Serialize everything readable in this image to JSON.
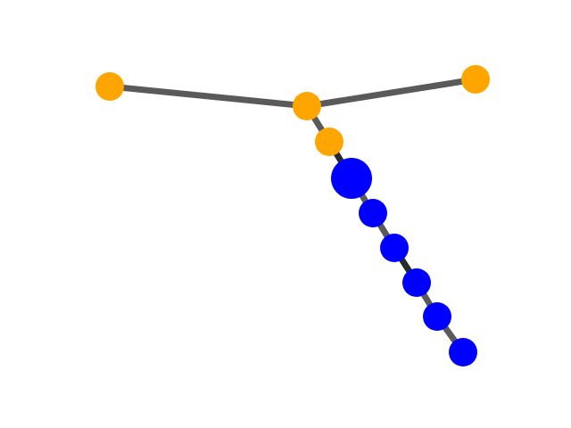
{
  "colors": {
    "background": "#ffffff",
    "edge_gray": "#5a5a5a",
    "edge_dark": "#2a2a2a",
    "node_orange": "#ffa500",
    "node_blue": "#0000ff"
  },
  "graph": {
    "nodes": [
      {
        "id": "o_left",
        "color": "orange",
        "size": "normal"
      },
      {
        "id": "o_hub",
        "color": "orange",
        "size": "normal"
      },
      {
        "id": "o_right",
        "color": "orange",
        "size": "normal"
      },
      {
        "id": "o_lower",
        "color": "orange",
        "size": "normal"
      },
      {
        "id": "b_big",
        "color": "blue",
        "size": "large"
      },
      {
        "id": "b2",
        "color": "blue",
        "size": "normal"
      },
      {
        "id": "b3",
        "color": "blue",
        "size": "normal"
      },
      {
        "id": "b4",
        "color": "blue",
        "size": "normal"
      },
      {
        "id": "b5",
        "color": "blue",
        "size": "normal"
      },
      {
        "id": "b6",
        "color": "blue",
        "size": "normal"
      }
    ],
    "edges": [
      {
        "from": "o_left",
        "to": "o_hub",
        "tone": "gray"
      },
      {
        "from": "o_hub",
        "to": "o_right",
        "tone": "gray"
      },
      {
        "from": "o_hub",
        "to": "o_lower",
        "tone": "gray"
      },
      {
        "from": "o_lower",
        "to": "b_big",
        "tone": "dark"
      },
      {
        "from": "b_big",
        "to": "b2",
        "tone": "gray"
      },
      {
        "from": "b2",
        "to": "b3",
        "tone": "gray"
      },
      {
        "from": "b3",
        "to": "b4",
        "tone": "dark"
      },
      {
        "from": "b4",
        "to": "b5",
        "tone": "gray"
      },
      {
        "from": "b5",
        "to": "b6",
        "tone": "gray"
      }
    ]
  }
}
